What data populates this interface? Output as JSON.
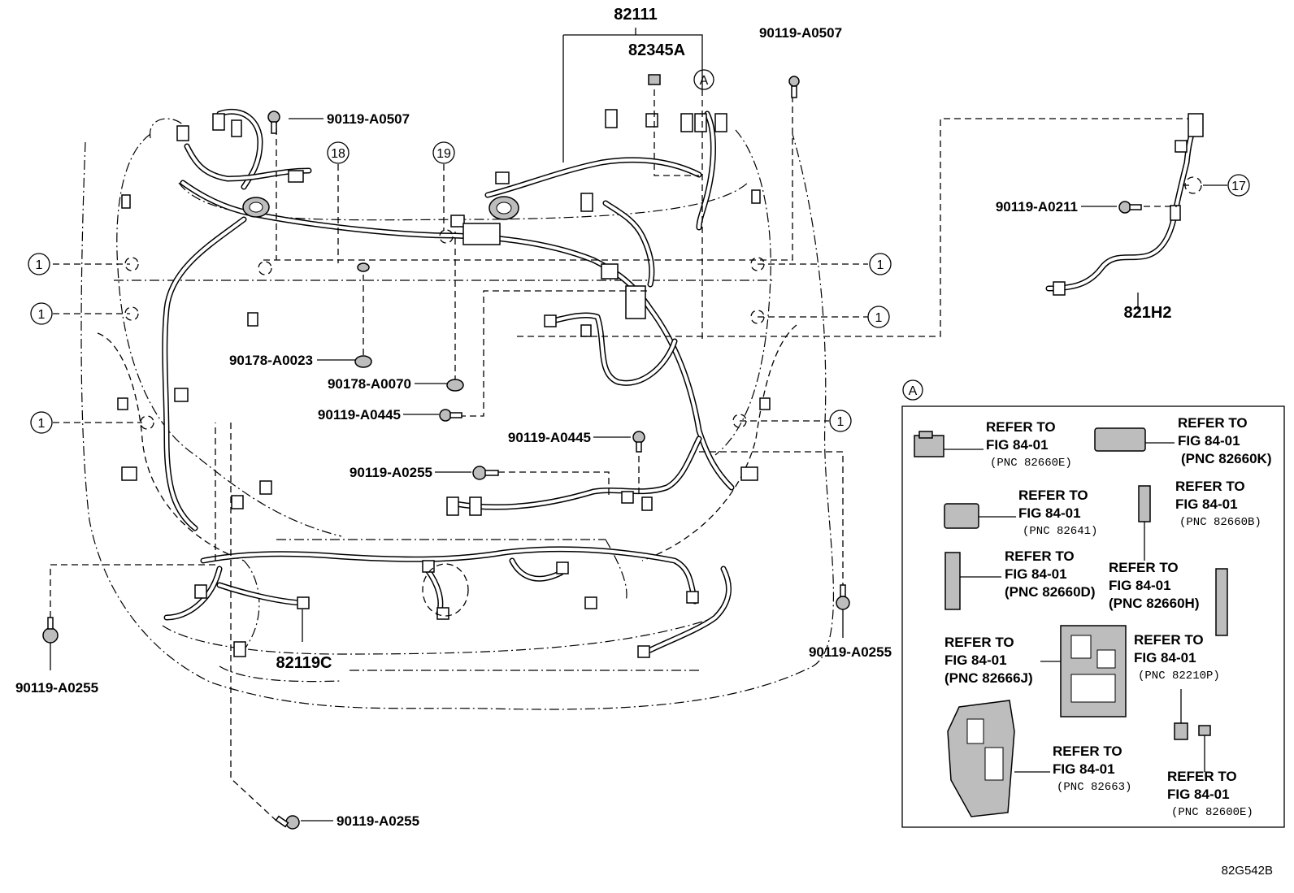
{
  "parts": {
    "main_harness": "82111",
    "clamp_main": "82345A",
    "circle_a_top": "A",
    "bolt_top_right": "90119-A0507",
    "bolt_top_left": "90119-A0507",
    "callout_18": "18",
    "callout_19": "19",
    "clip_a0023": "90178-A0023",
    "clip_a0070": "90178-A0070",
    "bolt_a0445_left": "90119-A0445",
    "bolt_a0445_mid": "90119-A0445",
    "bolt_a0255_mid": "90119-A0255",
    "bolt_a0255_left": "90119-A0255",
    "bolt_a0255_right": "90119-A0255",
    "bolt_a0255_bottom": "90119-A0255",
    "bolt_a0211": "90119-A0211",
    "callout_17": "17",
    "sub_harness": "821H2",
    "front_harness": "82119C",
    "callout_1": "1",
    "diagram_code": "82G542B"
  },
  "detail_a": {
    "circle_label": "A",
    "items": [
      {
        "ref": "REFER TO",
        "fig": "FIG 84-01",
        "pnc": "(PNC 82660E)"
      },
      {
        "ref": "REFER TO",
        "fig": "FIG 84-01",
        "pnc": "(PNC 82660K)"
      },
      {
        "ref": "REFER TO",
        "fig": "FIG 84-01",
        "pnc": "(PNC 82641)"
      },
      {
        "ref": "REFER TO",
        "fig": "FIG 84-01",
        "pnc": "(PNC 82660B)"
      },
      {
        "ref": "REFER TO",
        "fig": "FIG 84-01",
        "pnc": "(PNC 82660D)"
      },
      {
        "ref": "REFER TO",
        "fig": "FIG 84-01",
        "pnc": "(PNC 82660H)"
      },
      {
        "ref": "REFER TO",
        "fig": "FIG 84-01",
        "pnc": "(PNC 82666J)"
      },
      {
        "ref": "REFER TO",
        "fig": "FIG 84-01",
        "pnc": "(PNC 82210P)"
      },
      {
        "ref": "REFER TO",
        "fig": "FIG 84-01",
        "pnc": "(PNC 82663)"
      },
      {
        "ref": "REFER TO",
        "fig": "FIG 84-01",
        "pnc": "(PNC 82600E)"
      }
    ]
  }
}
